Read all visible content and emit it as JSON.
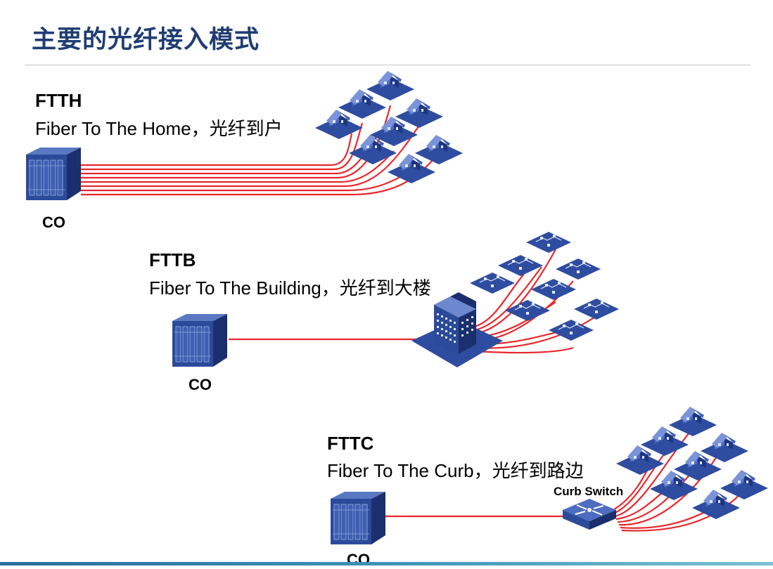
{
  "slide": {
    "title": "主要的光纤接入模式"
  },
  "sections": [
    {
      "id": "ftth",
      "heading": "FTTH",
      "description": "Fiber To The Home，光纤到户",
      "co_label": "CO"
    },
    {
      "id": "fttb",
      "heading": "FTTB",
      "description": "Fiber To The Building，光纤到大楼",
      "co_label": "CO"
    },
    {
      "id": "fttc",
      "heading": "FTTC",
      "description": "Fiber To The Curb，光纤到路边",
      "co_label": "CO",
      "switch_label": "Curb Switch"
    }
  ],
  "colors": {
    "title": "#1f3d73",
    "fiber": "#e8282d",
    "equipment": "#2b4a9a",
    "equipment_dark": "#1b2f6e",
    "equipment_light": "#5a78c2"
  }
}
